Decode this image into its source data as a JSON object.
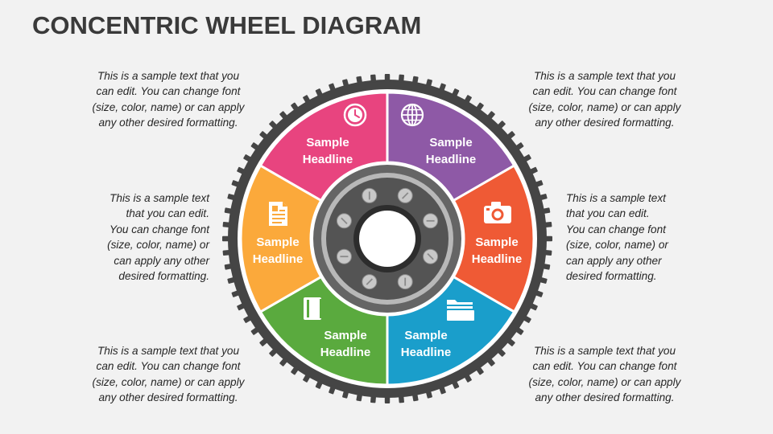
{
  "title": "CONCENTRIC WHEEL DIAGRAM",
  "notes": {
    "top_left": [
      "This is a sample text that you",
      "can edit. You can change font",
      "(size, color, name) or can apply",
      "any other desired formatting."
    ],
    "top_right": [
      "This is a sample text that you",
      "can edit. You can change font",
      "(size, color, name) or can apply",
      "any other desired formatting."
    ],
    "mid_left": [
      "This is a sample text",
      "that you can edit.",
      "You can change font",
      "(size, color, name) or",
      "can apply any other",
      "desired formatting."
    ],
    "mid_right": [
      "This is a sample text",
      "that you can edit.",
      "You can change font",
      "(size, color, name) or",
      "can apply any other",
      "desired formatting."
    ],
    "bottom_left": [
      "This is a sample text that you",
      "can edit. You can change font",
      "(size, color, name) or can apply",
      "any other desired formatting."
    ],
    "bottom_right": [
      "This is a sample text that you",
      "can edit. You can change font",
      "(size, color, name) or can apply",
      "any other desired formatting."
    ]
  },
  "segments": [
    {
      "id": "top-left",
      "color": "#e8447f",
      "icon": "clock-icon",
      "line1": "Sample",
      "line2": "Headline"
    },
    {
      "id": "top-right",
      "color": "#8e59a6",
      "icon": "globe-icon",
      "line1": "Sample",
      "line2": "Headline"
    },
    {
      "id": "right",
      "color": "#ef5a35",
      "icon": "camera-icon",
      "line1": "Sample",
      "line2": "Headline"
    },
    {
      "id": "bottom-right",
      "color": "#1a9ecb",
      "icon": "folder-icon",
      "line1": "Sample",
      "line2": "Headline"
    },
    {
      "id": "bottom-left",
      "color": "#5aaa3e",
      "icon": "book-icon",
      "line1": "Sample",
      "line2": "Headline"
    },
    {
      "id": "left",
      "color": "#fba93b",
      "icon": "document-icon",
      "line1": "Sample",
      "line2": "Headline"
    }
  ],
  "colors": {
    "tire": "#454545",
    "hub_ring": "#656565",
    "hub_inner": "#545454",
    "bolt": "#c8c8c8",
    "background": "#f2f2f2"
  }
}
